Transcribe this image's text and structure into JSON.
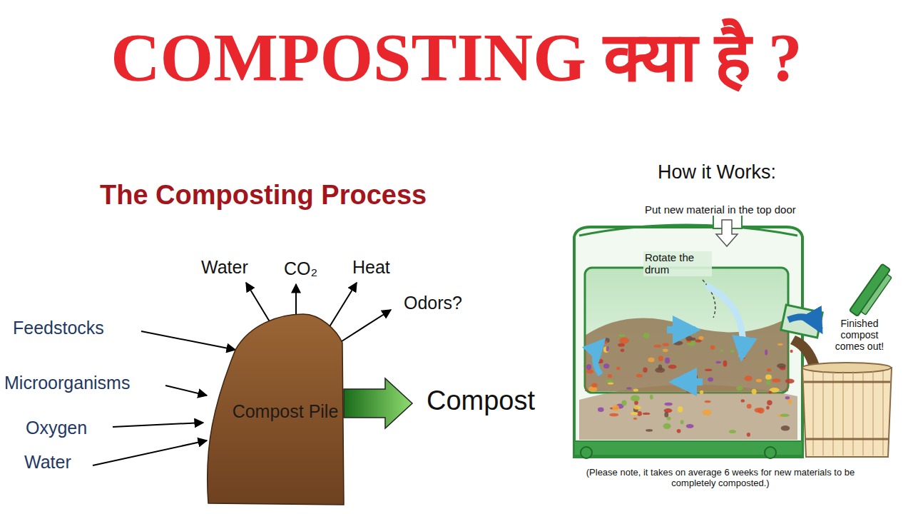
{
  "diagram": {
    "title": "COMPOSTING क्या है ?",
    "nodes": [
      {
        "text": [
          "Compost Pile"
        ]
      }
    ],
    "labels": [
      "The Composting Process",
      "Feedstocks",
      "Microorganisms",
      "Oxygen",
      "Water",
      "Water",
      "CO₂",
      "Heat",
      "Odors?",
      "Compost",
      "How it Works:",
      "Put new material in the top door",
      "Rotate the drum",
      "Finished compost comes out!",
      "(Please note, it takes on average 6 weeks for new materials to be completely composted.)"
    ]
  }
}
